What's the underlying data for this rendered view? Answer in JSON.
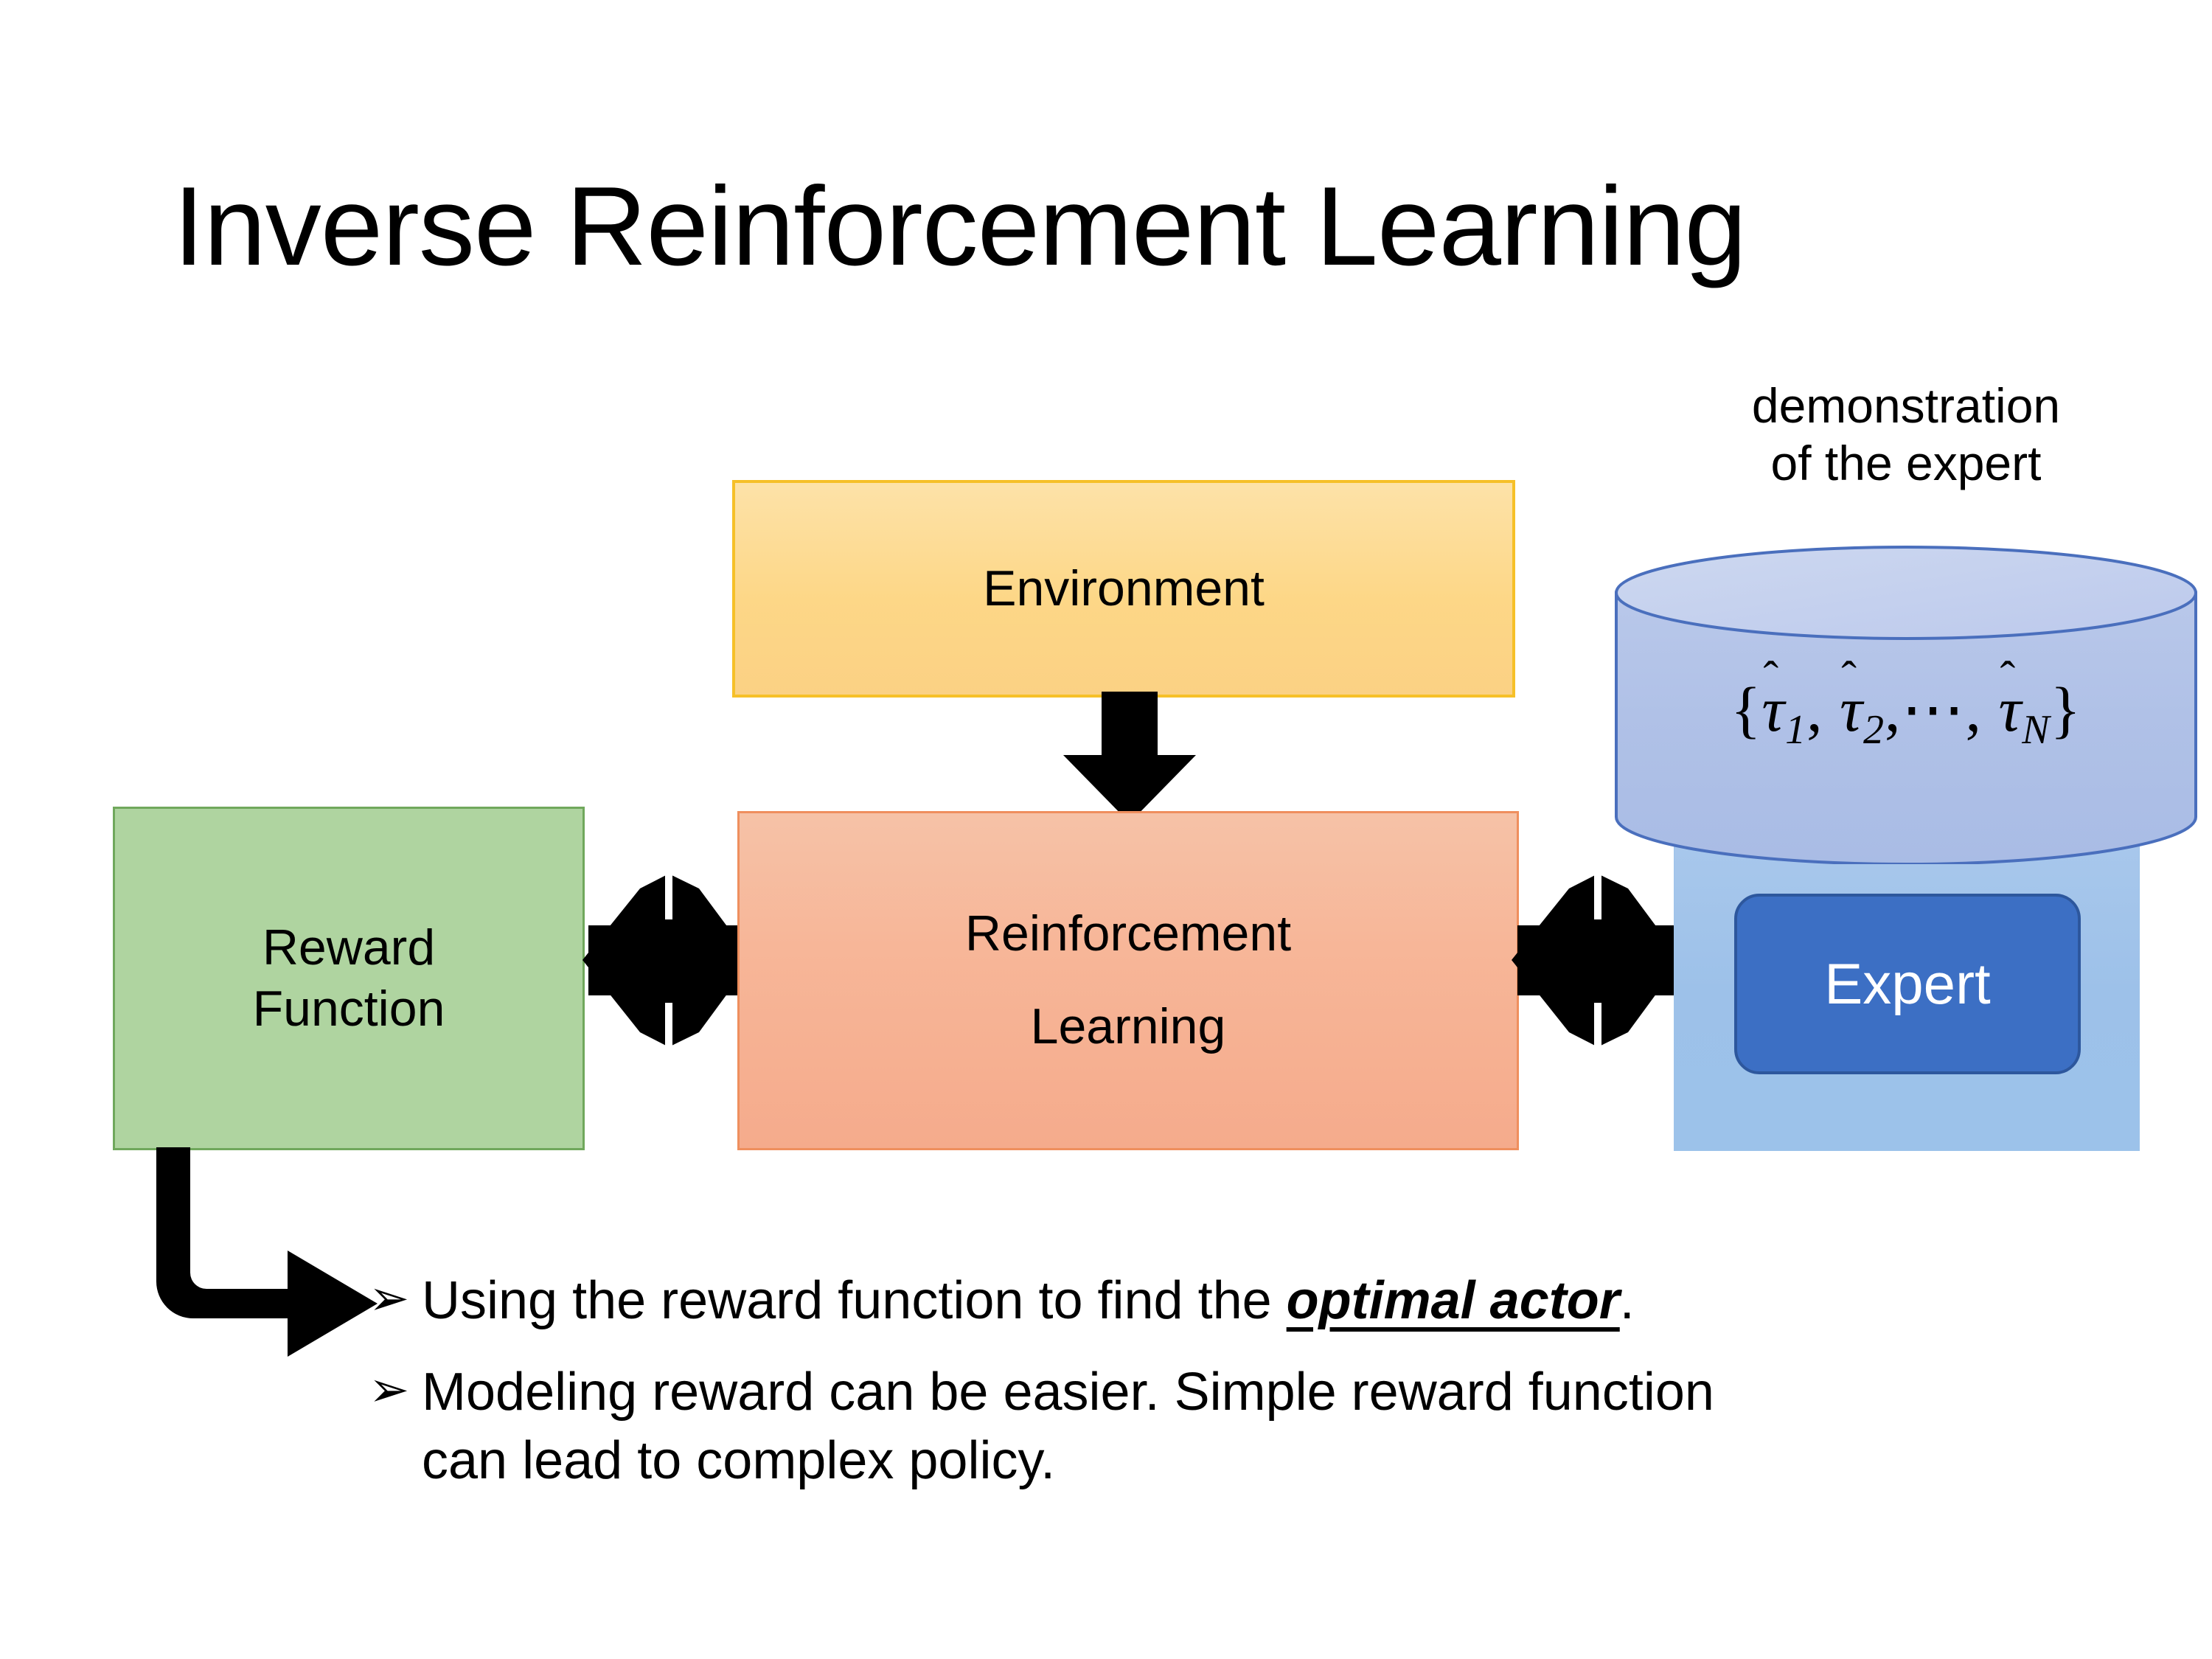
{
  "title": "Inverse Reinforcement Learning",
  "boxes": {
    "environment": {
      "label": "Environment",
      "color": "#fdd787",
      "border": "#f6c028"
    },
    "reward_function": {
      "line1": "Reward",
      "line2": "Function",
      "color": "#afd4a0",
      "border": "#70a85c"
    },
    "reinforcement_learning": {
      "line1": "Reinforcement",
      "line2": "Learning",
      "color": "#f7b698",
      "border": "#ef8f5e"
    },
    "expert": {
      "label": "Expert",
      "color": "#3c6fc4",
      "border": "#2d579d",
      "text_color": "#ffffff"
    },
    "expert_panel": {
      "color": "#9dc1e9"
    }
  },
  "demonstration": {
    "caption_line1": "demonstration",
    "caption_line2": "of the expert",
    "cylinder_color": "#b6c6e8",
    "cylinder_border": "#4a6fbd",
    "set_open": "{",
    "tau1": "τ",
    "sub1": "1",
    "comma1": ",",
    "tau2": "τ",
    "sub2": "2",
    "comma2": ",",
    "ellipsis": "⋯",
    "comma3": ",",
    "tauN": "τ",
    "subN": "N",
    "set_close": "}"
  },
  "icons": {
    "down_arrow": "down-arrow",
    "quad_arrow_left": "quad-arrow",
    "quad_arrow_right": "quad-arrow",
    "bent_arrow": "bent-arrow-right"
  },
  "bullets": [
    {
      "marker": "➢",
      "prefix": "Using the reward function to find the ",
      "emphasis": "optimal actor",
      "suffix": "."
    },
    {
      "marker": "➢",
      "prefix": "Modeling reward can be easier. Simple reward function can lead to complex policy.",
      "emphasis": "",
      "suffix": ""
    }
  ]
}
